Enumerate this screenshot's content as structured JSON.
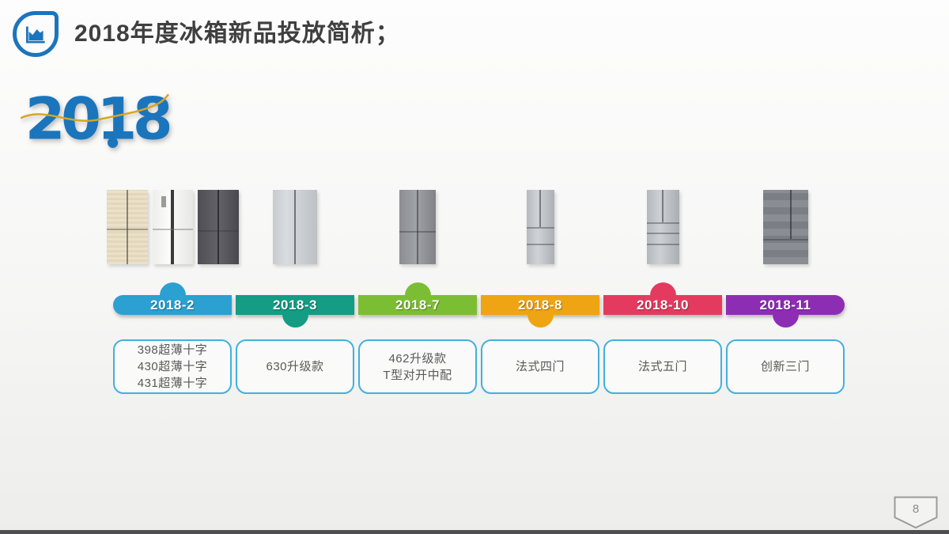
{
  "slide": {
    "title": "2018年度冰箱新品投放简析；",
    "page_number": "8"
  },
  "logo": {
    "text": "2018",
    "color": "#1B75BC",
    "swoosh_color": "#D6A622"
  },
  "icons": {
    "header_icon": "area-chart-icon",
    "page_badge": "pentagon-page-marker"
  },
  "styles": {
    "title_color": "#3F3F3F",
    "box_border_color": "#41B1DC",
    "box_text_color": "#595959",
    "bottom_bar_color": "#4E4E50"
  },
  "timeline": [
    {
      "month": "2018-2",
      "color": "#2BA0D1",
      "bump": "top",
      "label": "398超薄十字\n430超薄十字\n431超薄十字",
      "fridges": [
        "beige-cross-door",
        "white-cross-door",
        "dark-cross-door"
      ]
    },
    {
      "month": "2018-3",
      "color": "#149C84",
      "bump": "bottom",
      "label": "630升级款",
      "fridges": [
        "silver-side-by-side"
      ]
    },
    {
      "month": "2018-7",
      "color": "#7CBE33",
      "bump": "top",
      "label": "462升级款\nT型对开中配",
      "fridges": [
        "gray-cross-door"
      ]
    },
    {
      "month": "2018-8",
      "color": "#EFA414",
      "bump": "bottom",
      "label": "法式四门",
      "fridges": [
        "silver-french-four-door"
      ]
    },
    {
      "month": "2018-10",
      "color": "#E53A5F",
      "bump": "top",
      "label": "法式五门",
      "fridges": [
        "silver-french-five-door"
      ]
    },
    {
      "month": "2018-11",
      "color": "#8D2DB4",
      "bump": "bottom",
      "label": "创新三门",
      "fridges": [
        "dark-french-three-door"
      ]
    }
  ]
}
